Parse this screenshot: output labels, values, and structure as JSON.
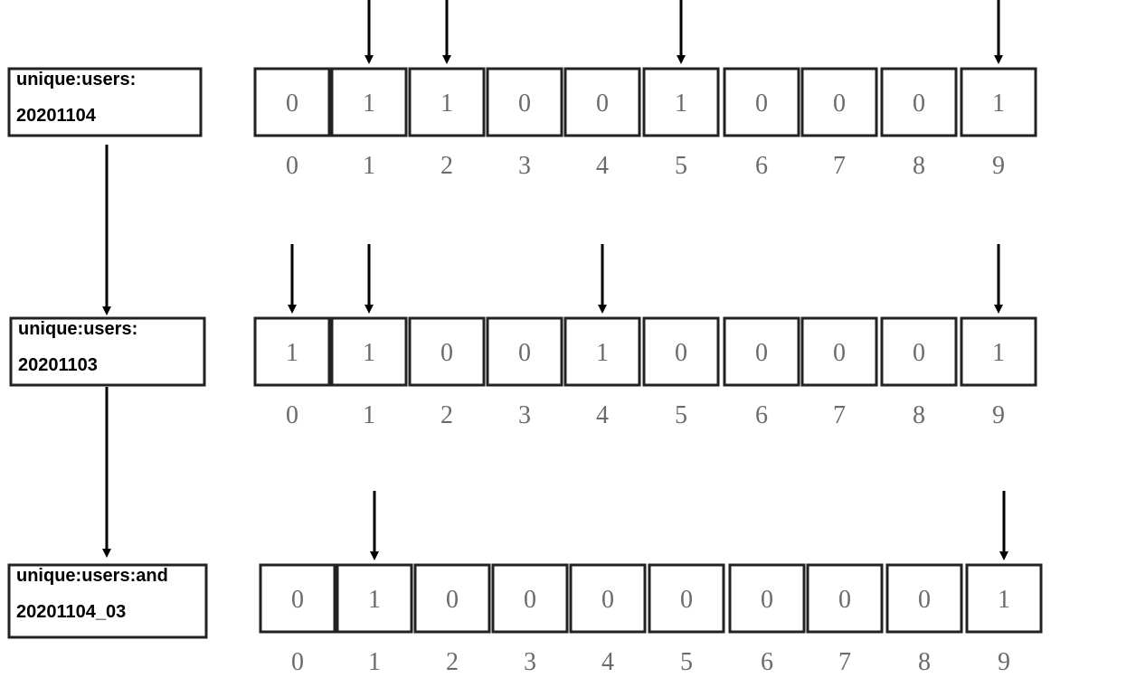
{
  "rows": [
    {
      "key_lines": [
        "unique:users:",
        "20201104"
      ],
      "bits": [
        "0",
        "1",
        "1",
        "0",
        "0",
        "1",
        "0",
        "0",
        "0",
        "1"
      ],
      "indices": [
        "0",
        "1",
        "2",
        "3",
        "4",
        "5",
        "6",
        "7",
        "8",
        "9"
      ],
      "marked_indices": [
        1,
        2,
        5,
        9
      ]
    },
    {
      "key_lines": [
        "unique:users:",
        "20201103"
      ],
      "bits": [
        "1",
        "1",
        "0",
        "0",
        "1",
        "0",
        "0",
        "0",
        "0",
        "1"
      ],
      "indices": [
        "0",
        "1",
        "2",
        "3",
        "4",
        "5",
        "6",
        "7",
        "8",
        "9"
      ],
      "marked_indices": [
        0,
        1,
        4,
        9
      ]
    },
    {
      "key_lines": [
        "unique:users:and",
        "20201104_03"
      ],
      "bits": [
        "0",
        "1",
        "0",
        "0",
        "0",
        "0",
        "0",
        "0",
        "0",
        "1"
      ],
      "indices": [
        "0",
        "1",
        "2",
        "3",
        "4",
        "5",
        "6",
        "7",
        "8",
        "9"
      ],
      "marked_indices": [
        1,
        9
      ]
    }
  ],
  "colors": {
    "stroke": "#222222",
    "bit_text": "#6b6b6b",
    "key_text": "#000000"
  }
}
